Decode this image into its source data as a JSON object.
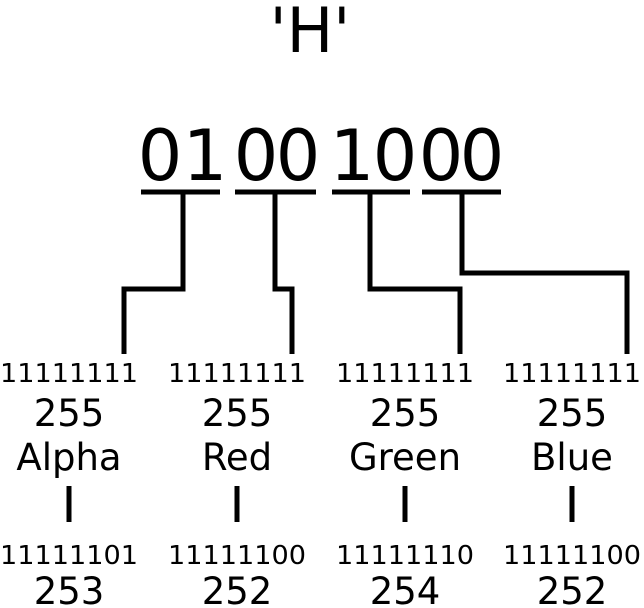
{
  "character": "'H'",
  "bits": [
    "0",
    "1",
    "0",
    "0",
    "1",
    "0",
    "0",
    "0"
  ],
  "bit_pairs": [
    "01",
    "00",
    "10",
    "00"
  ],
  "channels": [
    {
      "original_binary": "11111111",
      "original_value": "255",
      "name": "Alpha",
      "new_binary": "11111101",
      "new_value": "253"
    },
    {
      "original_binary": "11111111",
      "original_value": "255",
      "name": "Red",
      "new_binary": "11111100",
      "new_value": "252"
    },
    {
      "original_binary": "11111111",
      "original_value": "255",
      "name": "Green",
      "new_binary": "11111110",
      "new_value": "254"
    },
    {
      "original_binary": "11111111",
      "original_value": "255",
      "name": "Blue",
      "new_binary": "11111100",
      "new_value": "252"
    }
  ],
  "colors": {
    "ink": "#000000",
    "background": "#ffffff"
  }
}
